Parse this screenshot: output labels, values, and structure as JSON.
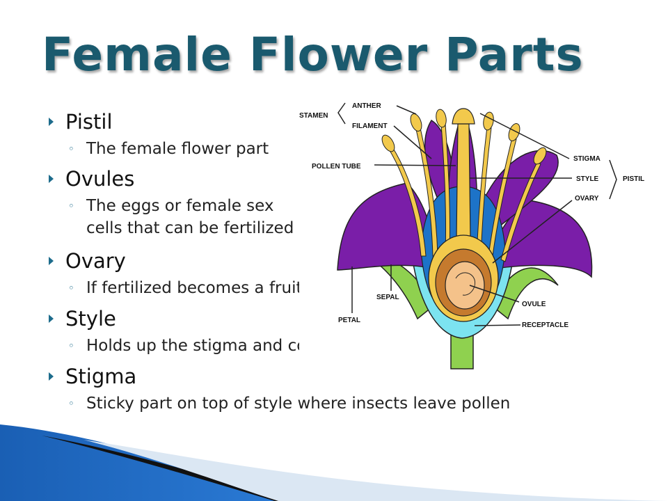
{
  "slide": {
    "title": "Female Flower Parts",
    "bullets": [
      {
        "heading": "Pistil",
        "sub": "The female flower part"
      },
      {
        "heading": "Ovules",
        "sub": "The eggs or female sex cells that can be fertilized"
      },
      {
        "heading": "Ovary",
        "sub": "If fertilized becomes a fruit"
      },
      {
        "heading": "Style",
        "sub": "Holds up the stigma and connects it to ovary"
      },
      {
        "heading": "Stigma",
        "sub": "Sticky part on top of style where insects leave pollen"
      }
    ]
  },
  "diagram": {
    "labels": {
      "anther": "ANTHER",
      "stamen": "STAMEN",
      "filament": "FILAMENT",
      "pollen_tube": "POLLEN TUBE",
      "stigma": "STIGMA",
      "style": "STYLE",
      "pistil": "PISTIL",
      "ovary": "OVARY",
      "sepal": "SEPAL",
      "petal": "PETAL",
      "ovule": "OVULE",
      "receptacle": "RECEPTACLE"
    },
    "colors": {
      "petal": "#7a1ea8",
      "inner": "#1d73c8",
      "sepal": "#8fd14f",
      "pistil": "#f2c94c"
    }
  },
  "theme": {
    "title_color": "#1a5a6e",
    "bullet_color": "#1d6c8c"
  }
}
